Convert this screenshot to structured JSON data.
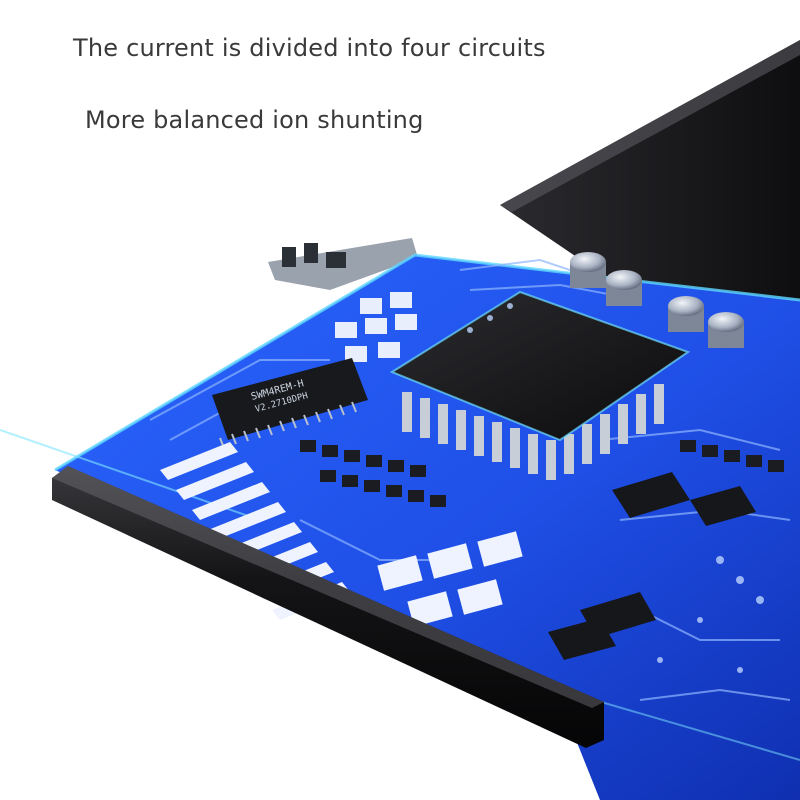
{
  "captions": {
    "line1": "The current is divided into four circuits",
    "line2": "More balanced ion shunting"
  },
  "chip_marking": {
    "line1": "SWM4REM-H",
    "line2": "V2.2710DPH"
  },
  "colors": {
    "background": "#ffffff",
    "caption_text": "#3a3a3a",
    "board_blue": "#1f4fe6",
    "board_glow": "#5fd8ff",
    "casing_dark": "#1c1c1e",
    "chip_black": "#151517"
  },
  "icons": [
    "battery-casing",
    "circuit-board",
    "processor-chip",
    "capacitor",
    "connector-tab"
  ]
}
